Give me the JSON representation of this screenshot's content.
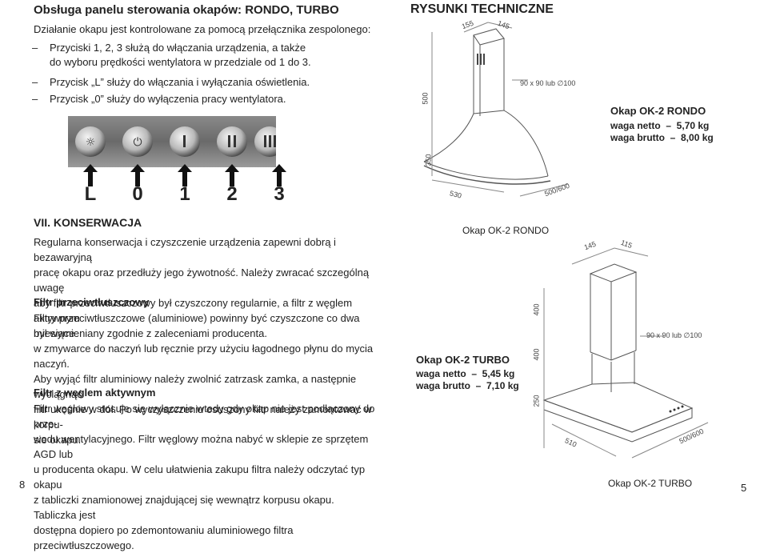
{
  "left": {
    "title": "Obsługa panelu sterowania okapów: RONDO, TURBO",
    "intro": "Działanie okapu jest kontrolowane za pomocą przełącznika zespolonego:",
    "bullets": [
      "Przyciski 1, 2, 3 służą do włączania urządzenia, a także",
      "do wyboru prędkości wentylatora w przedziale od 1 do 3.",
      "Przycisk „L” służy do włączania i wyłączania oświetlenia.",
      "Przycisk „0” służy do wyłączenia pracy wentylatora."
    ],
    "panel_labels": [
      "L",
      "0",
      "1",
      "2",
      "3"
    ],
    "section_title": "VII. KONSERWACJA",
    "section_lines": [
      "Regularna konserwacja i czyszczenie urządzenia zapewni dobrą i bezawaryjną",
      "pracę okapu oraz przedłuży jego żywotność. Należy zwracać szczególną uwagę",
      "aby filtr przeciwtłuszczowy był czyszczony regularnie, a filtr z węglem aktywnym",
      "był wymieniany zgodnie z zaleceniami producenta."
    ],
    "filter1_title": "Filtr przeciwtłuszczowy",
    "filter1_lines": [
      "Filtry przeciwtłuszczowe (aluminiowe) powinny być czyszczone co dwa miesiące",
      "w zmywarce do naczyń lub ręcznie przy użyciu łagodnego płynu do mycia naczyń.",
      "Aby wyjąć filtr aluminiowy należy zwolnić zatrzask zamka, a następnie wyciągnąć",
      "filtr ukośnie w dół. Po wyczyszczeniu osuszony filtr należy zamontować w korpu-",
      "sie okapu."
    ],
    "filter2_title": "Filtr z węglem aktywnym",
    "filter2_lines": [
      "Filtr węglowy stosuje się wyłącznie wtedy gdy okap nie jest podłączony do prze-",
      "wodu wentylacyjnego. Filtr węglowy można nabyć w sklepie ze sprzętem AGD lub",
      "u producenta okapu. W celu ułatwienia zakupu filtra należy odczytać typ okapu",
      "z tabliczki znamionowej znajdującej się wewnątrz korpusu okapu. Tabliczka jest",
      "dostępna dopiero po zdemontowaniu aluminiowego filtra przeciwtłuszczowego."
    ],
    "page_number": "8"
  },
  "right": {
    "title": "RYSUNKI TECHNICZNE",
    "rondo": {
      "name": "Okap OK-2 RONDO",
      "net": "waga netto  –  5,70 kg",
      "gross": "waga brutto  –  8,00 kg",
      "dims": {
        "top1": "155",
        "top2": "145",
        "h1": "500",
        "h2": "350",
        "bottom1": "530",
        "bottom2": "500/600",
        "duct": "90 x 90 lub ∅100"
      },
      "caption": "Okap OK-2 RONDO"
    },
    "turbo": {
      "name": "Okap OK-2 TURBO",
      "net": "waga netto  –  5,45 kg",
      "gross": "waga brutto  –  7,10 kg",
      "dims": {
        "top1": "145",
        "top2": "115",
        "h1": "400",
        "h2": "400",
        "h3": "250",
        "bottom1": "510",
        "bottom2": "500/600",
        "duct": "90 x 90 lub ∅100"
      },
      "caption": "Okap OK-2 TURBO"
    },
    "page_number": "5"
  }
}
